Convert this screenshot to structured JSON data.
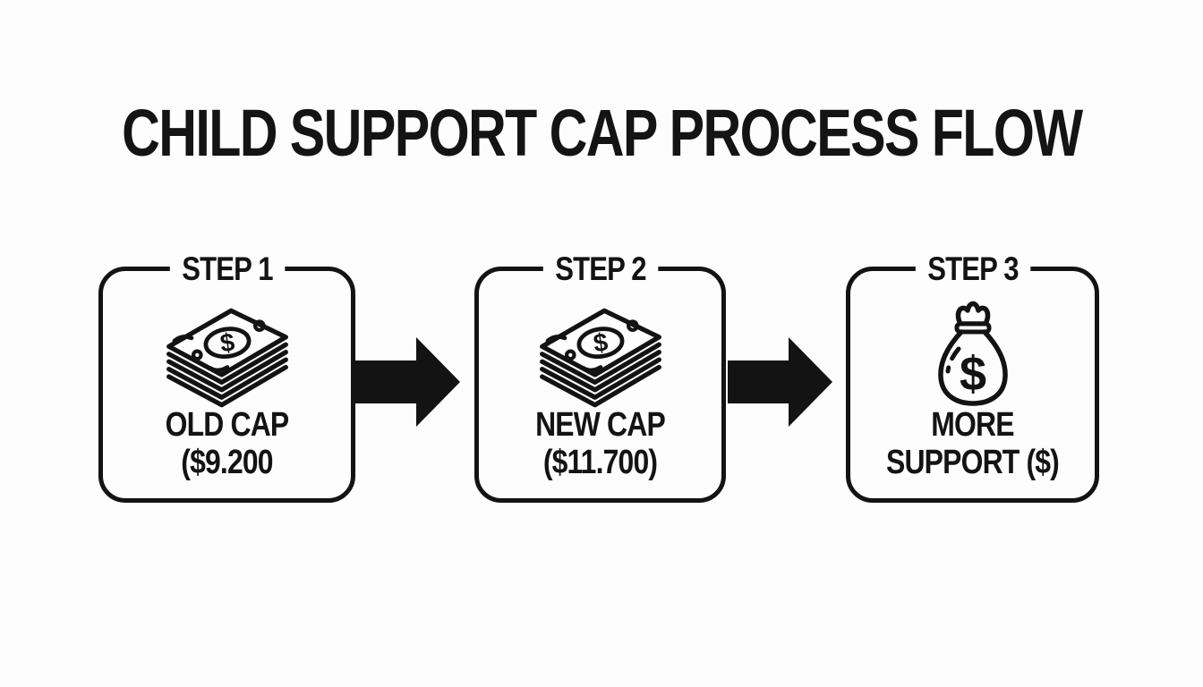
{
  "title": "CHILD SUPPORT CAP PROCESS FLOW",
  "colors": {
    "ink": "#131313",
    "background": "#fdfdfd"
  },
  "steps": [
    {
      "label": "STEP 1",
      "icon": "money-stack-icon",
      "caption_line1": "OLD CAP",
      "caption_line2": "($9.200"
    },
    {
      "label": "STEP 2",
      "icon": "money-stack-icon",
      "caption_line1": "NEW CAP",
      "caption_line2": "($11.700)"
    },
    {
      "label": "STEP 3",
      "icon": "money-bag-icon",
      "caption_line1": "MORE",
      "caption_line2": "SUPPORT ($)"
    }
  ],
  "arrows": [
    {
      "icon": "right-arrow-icon"
    },
    {
      "icon": "right-arrow-icon"
    }
  ]
}
